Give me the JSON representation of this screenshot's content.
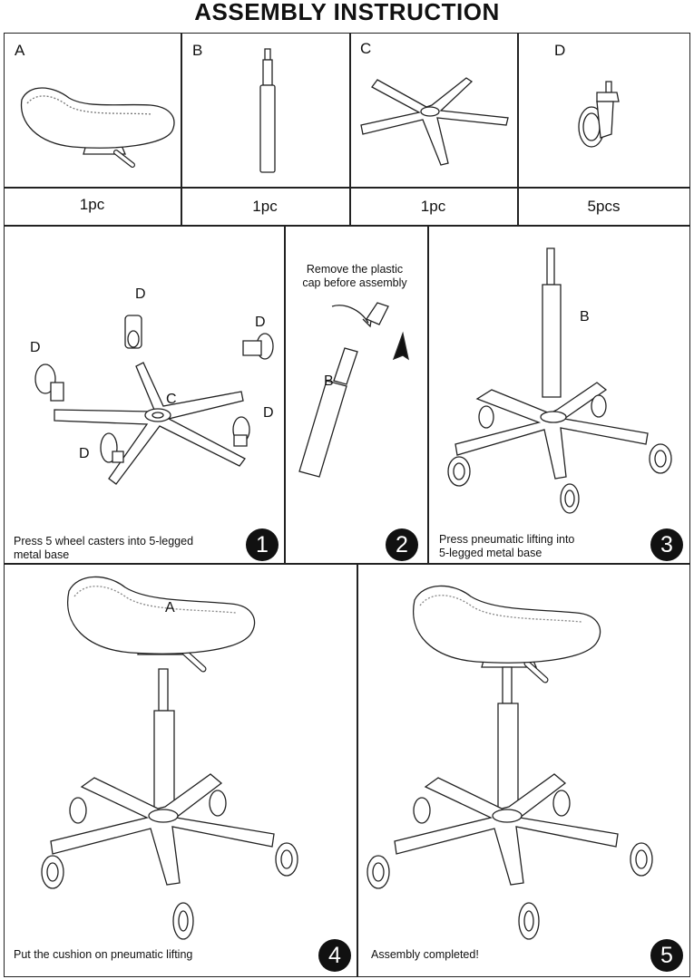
{
  "title": "ASSEMBLY INSTRUCTION",
  "parts": [
    {
      "letter": "A",
      "qty": "1pc",
      "icon": "seat-cushion-icon"
    },
    {
      "letter": "B",
      "qty": "1pc",
      "icon": "gas-lift-cylinder-icon"
    },
    {
      "letter": "C",
      "qty": "1pc",
      "icon": "five-leg-base-icon"
    },
    {
      "letter": "D",
      "qty": "5pcs",
      "icon": "caster-wheel-icon"
    }
  ],
  "steps": [
    {
      "number": "1",
      "caption_l1": "Press 5 wheel casters into 5-legged",
      "caption_l2": "metal base"
    },
    {
      "number": "2",
      "note_l1": "Remove the plastic",
      "note_l2": "cap before assembly"
    },
    {
      "number": "3",
      "caption_l1": "Press pneumatic lifting into",
      "caption_l2": "5-legged metal base"
    },
    {
      "number": "4",
      "caption_l1": "Put the cushion on pneumatic lifting"
    },
    {
      "number": "5",
      "caption_l1": "Assembly completed!"
    }
  ],
  "labels": {
    "a": "A",
    "b": "B",
    "c": "C",
    "d": "D"
  }
}
